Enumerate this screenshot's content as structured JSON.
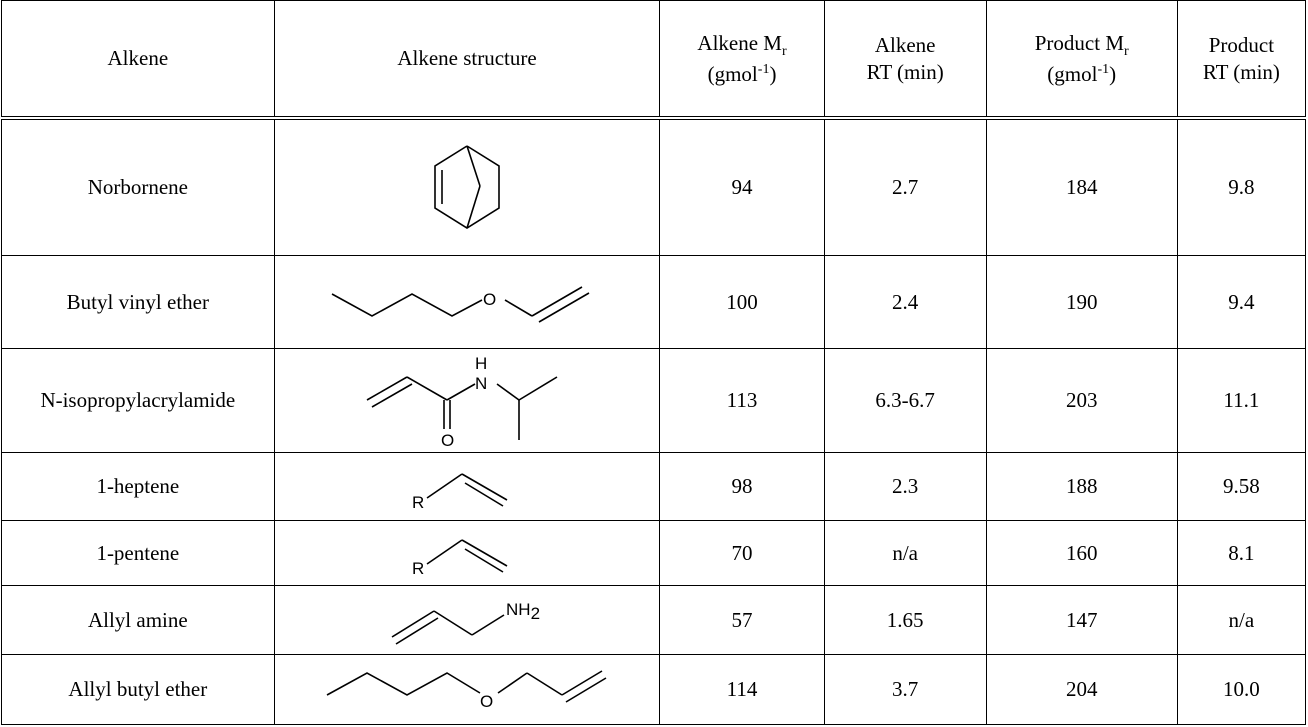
{
  "table": {
    "headers": {
      "alkene": "Alkene",
      "structure": "Alkene structure",
      "alkene_mr": "Alkene M",
      "alkene_mr_sub": "r",
      "alkene_mr_unit_a": "(gmol",
      "alkene_mr_unit_sup": "-1",
      "alkene_mr_unit_b": ")",
      "alkene_rt_1": "Alkene",
      "alkene_rt_2": "RT (min)",
      "product_mr": "Product M",
      "product_mr_sub": "r",
      "product_mr_unit_a": "(gmol",
      "product_mr_unit_sup": "-1",
      "product_mr_unit_b": ")",
      "product_rt_1": "Product",
      "product_rt_2": "RT (min)"
    },
    "rows": [
      {
        "name": "Norbornene",
        "structure_icon": "norbornene-structure",
        "alkene_mr": "94",
        "alkene_rt": "2.7",
        "product_mr": "184",
        "product_rt": "9.8"
      },
      {
        "name": "Butyl vinyl ether",
        "structure_icon": "butyl-vinyl-ether-structure",
        "atom_labels": [
          "O"
        ],
        "alkene_mr": "100",
        "alkene_rt": "2.4",
        "product_mr": "190",
        "product_rt": "9.4"
      },
      {
        "name": "N-isopropylacrylamide",
        "structure_icon": "n-isopropylacrylamide-structure",
        "atom_labels": [
          "H",
          "N",
          "O"
        ],
        "alkene_mr": "113",
        "alkene_rt": "6.3-6.7",
        "product_mr": "203",
        "product_rt": "11.1"
      },
      {
        "name": "1-heptene",
        "structure_icon": "terminal-alkene-structure",
        "atom_labels": [
          "R"
        ],
        "alkene_mr": "98",
        "alkene_rt": "2.3",
        "product_mr": "188",
        "product_rt": "9.58"
      },
      {
        "name": "1-pentene",
        "structure_icon": "terminal-alkene-structure",
        "atom_labels": [
          "R"
        ],
        "alkene_mr": "70",
        "alkene_rt": "n/a",
        "product_mr": "160",
        "product_rt": "8.1"
      },
      {
        "name": "Allyl amine",
        "structure_icon": "allyl-amine-structure",
        "atom_labels": [
          "NH",
          "2"
        ],
        "alkene_mr": "57",
        "alkene_rt": "1.65",
        "product_mr": "147",
        "product_rt": "n/a"
      },
      {
        "name": "Allyl butyl ether",
        "structure_icon": "allyl-butyl-ether-structure",
        "atom_labels": [
          "O"
        ],
        "alkene_mr": "114",
        "alkene_rt": "3.7",
        "product_mr": "204",
        "product_rt": "10.0"
      }
    ]
  }
}
